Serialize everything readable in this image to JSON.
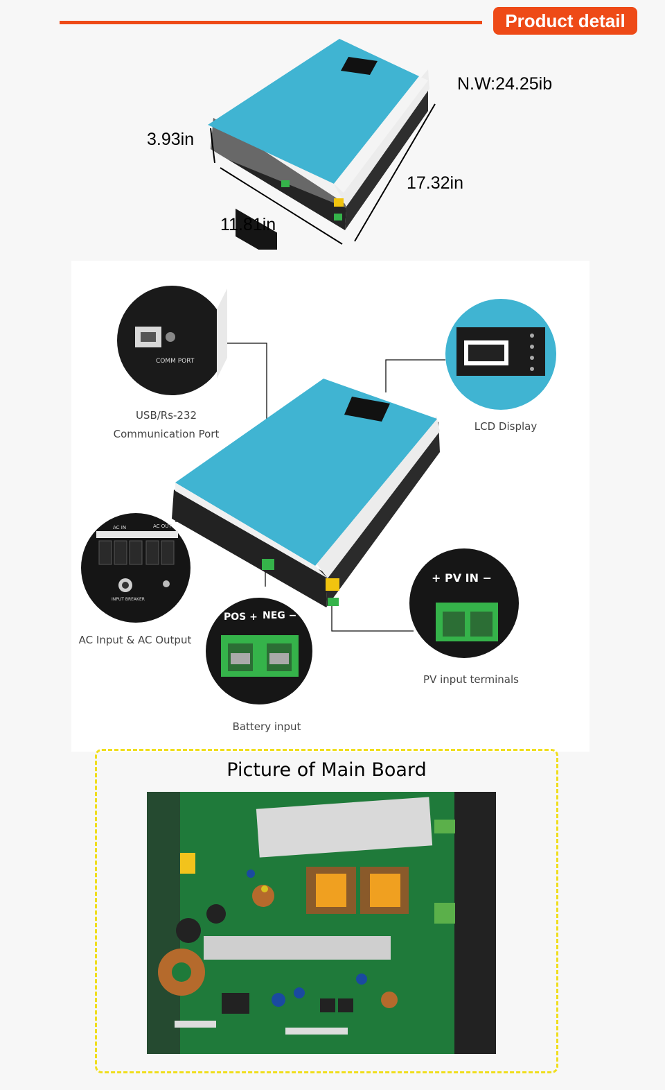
{
  "header": {
    "badge": "Product detail"
  },
  "dimensions": {
    "weight": "N.W:24.25ib",
    "height": "3.93in",
    "depth": "17.32in",
    "width": "11.81in"
  },
  "features": {
    "usb_line1": "USB/Rs-232",
    "usb_line2": "Communication Port",
    "lcd": "LCD Display",
    "ac": "AC Input & AC Output",
    "pv": "PV input terminals",
    "battery": "Battery input"
  },
  "device_markings": {
    "comm_port": "COMM PORT",
    "ac_in": "AC IN",
    "ac_out": "AC OUT",
    "input_breaker": "INPUT BREAKER",
    "pos": "POS +",
    "neg": "NEG −",
    "pv_in": "+ PV IN −"
  },
  "board": {
    "title": "Picture of Main Board"
  },
  "colors": {
    "accent": "#ee4a17",
    "device_blue": "#40b4d2",
    "terminal_green": "#35b34a",
    "dash_yellow": "#f0de1c",
    "pcb_green": "#1f7a3a"
  }
}
